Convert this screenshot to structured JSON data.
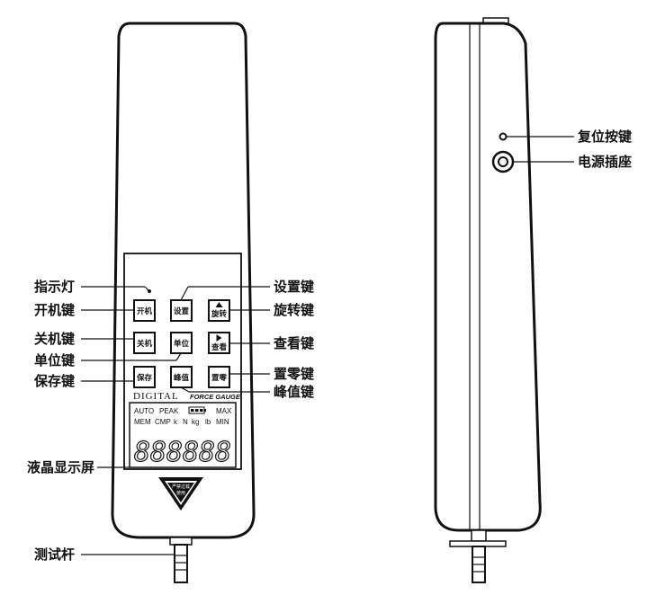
{
  "keys": {
    "power_on": "开机",
    "settings": "设置",
    "rotate": "旋转",
    "power_off": "关机",
    "unit": "单位",
    "view": "查看",
    "save": "保存",
    "peak": "峰值",
    "zero": "置零"
  },
  "brand": {
    "left": "DIGITAL",
    "right": "FORCE GAUGE"
  },
  "lcd": {
    "row1": [
      "AUTO",
      "PEAK",
      "MAX"
    ],
    "row2": [
      "MEM",
      "CMP",
      "k",
      "N",
      "kg",
      "lb",
      "MIN"
    ],
    "digits": "888888"
  },
  "warning": {
    "line1": "严禁过载",
    "line2": "使用"
  },
  "labels": {
    "indicator_light": "指示灯",
    "power_on_key": "开机键",
    "power_off_key": "关机键",
    "unit_key": "单位键",
    "save_key": "保存键",
    "settings_key": "设置键",
    "rotate_key": "旋转键",
    "view_key": "查看键",
    "zero_key": "置零键",
    "peak_key": "峰值键",
    "lcd_screen": "液晶显示屏",
    "test_rod": "测试杆",
    "reset_button": "复位按键",
    "power_socket": "电源插座"
  }
}
